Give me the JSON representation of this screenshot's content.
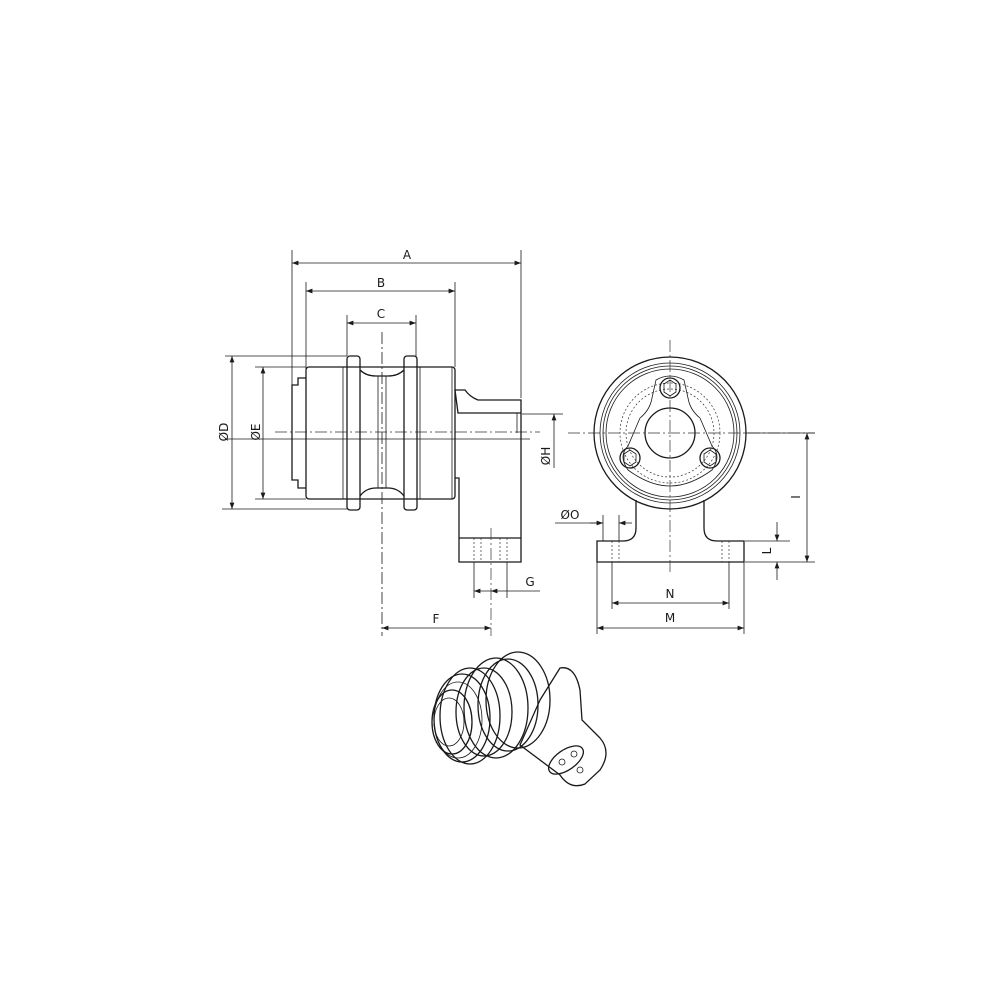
{
  "dimensions": {
    "A": "A",
    "B": "B",
    "C": "C",
    "D": "ØD",
    "E": "ØE",
    "F": "F",
    "G": "G",
    "H": "ØH",
    "I": "I",
    "L": "L",
    "M": "M",
    "N": "N",
    "O": "ØO"
  },
  "colors": {
    "line": "#1a1a1a",
    "background": "#ffffff"
  }
}
